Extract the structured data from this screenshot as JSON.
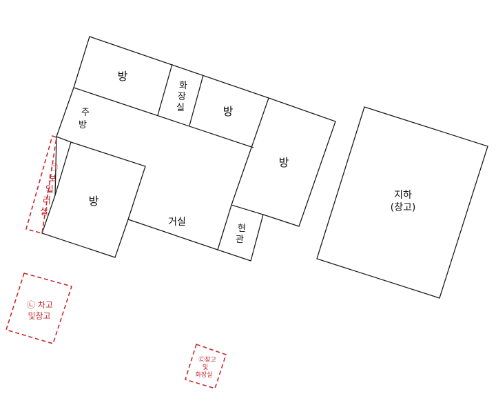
{
  "plan": {
    "rooms": {
      "bang_top": "방",
      "hwajangsil": [
        "화",
        "장",
        "실"
      ],
      "bang_mid": "방",
      "jubang": [
        "주",
        "방"
      ],
      "bang_right": "방",
      "bang_left": "방",
      "geosil": "거실",
      "hyeongwan": [
        "현",
        "관"
      ],
      "jiha": [
        "지하",
        "(창고)"
      ]
    },
    "annexes": {
      "boillersil": [
        "㉠",
        "보",
        "일",
        "러",
        "실"
      ],
      "chago": [
        "㉡ 차고",
        "및창고"
      ],
      "changgo": [
        "㉢창고",
        "및",
        "화장실"
      ]
    }
  }
}
